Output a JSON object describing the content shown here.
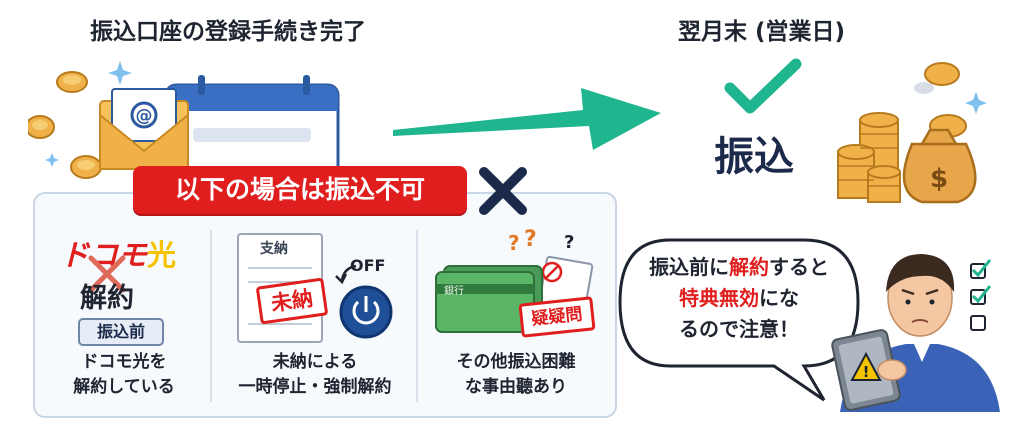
{
  "header": {
    "left_title": "振込口座の登録手続き完了",
    "right_title": "翌月末 (営業日)"
  },
  "result": {
    "label": "振込"
  },
  "condition": {
    "banner": "以下の場合は振込不可"
  },
  "cases": [
    {
      "brand_a": "ドコモ",
      "brand_b": "光",
      "action": "解約",
      "tag": "振込前",
      "caption": [
        "ドコモ光を",
        "解約している"
      ]
    },
    {
      "doc_label": "支納",
      "stamp": "未納",
      "switch_label": "OFF",
      "caption": [
        "未納による",
        "一時停止・強制解約"
      ]
    },
    {
      "card_label": "銀行",
      "stamp": "疑疑問",
      "caption": [
        "その他振込困難",
        "な事由聽あり"
      ]
    }
  ],
  "bubble": {
    "line1_pre": "振込前に",
    "line1_em": "解約",
    "line1_post": "すると",
    "line2_em": "特典無効",
    "line2_post": "にな",
    "line3": "るので注意！"
  },
  "colors": {
    "accent_red": "#e01e1e",
    "arrow_green": "#1fb58f",
    "navy": "#1b2a4a"
  },
  "icons": [
    "mail-icon",
    "calendar-icon",
    "coin-icon",
    "sparkle-icon",
    "cross-icon",
    "check-icon",
    "money-bag-icon",
    "power-icon",
    "warning-icon",
    "checklist-icon"
  ]
}
